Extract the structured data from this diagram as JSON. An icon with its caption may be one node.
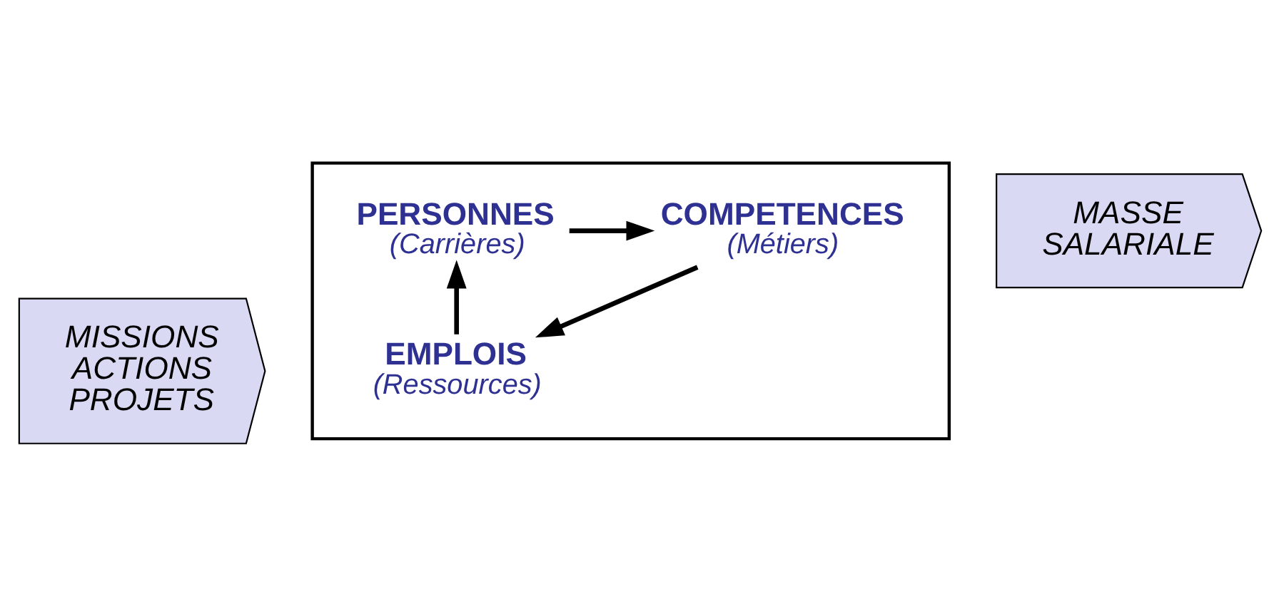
{
  "diagram": {
    "nodes": [
      {
        "text": [
          "MISSIONS ACTIONS PROJETS"
        ]
      },
      {
        "text": [],
        "shape": "chevron"
      },
      {
        "text": [
          "EMPLOIS",
          "(Ressources)"
        ],
        "in": 1
      },
      {
        "text": [
          "COMPETENCES",
          "(Métiers)"
        ],
        "in": 1
      },
      {
        "text": [
          "PERSONNES",
          "(Carrières)"
        ],
        "in": 1
      },
      {
        "text": [
          "MASSE SALARIALE"
        ]
      }
    ],
    "edges": [
      {
        "from": 2,
        "to": 4,
        "arrow": "to"
      },
      {
        "from": 4,
        "to": 3,
        "arrow": "to"
      },
      {
        "from": 3,
        "to": 2,
        "arrow": "to"
      }
    ]
  }
}
